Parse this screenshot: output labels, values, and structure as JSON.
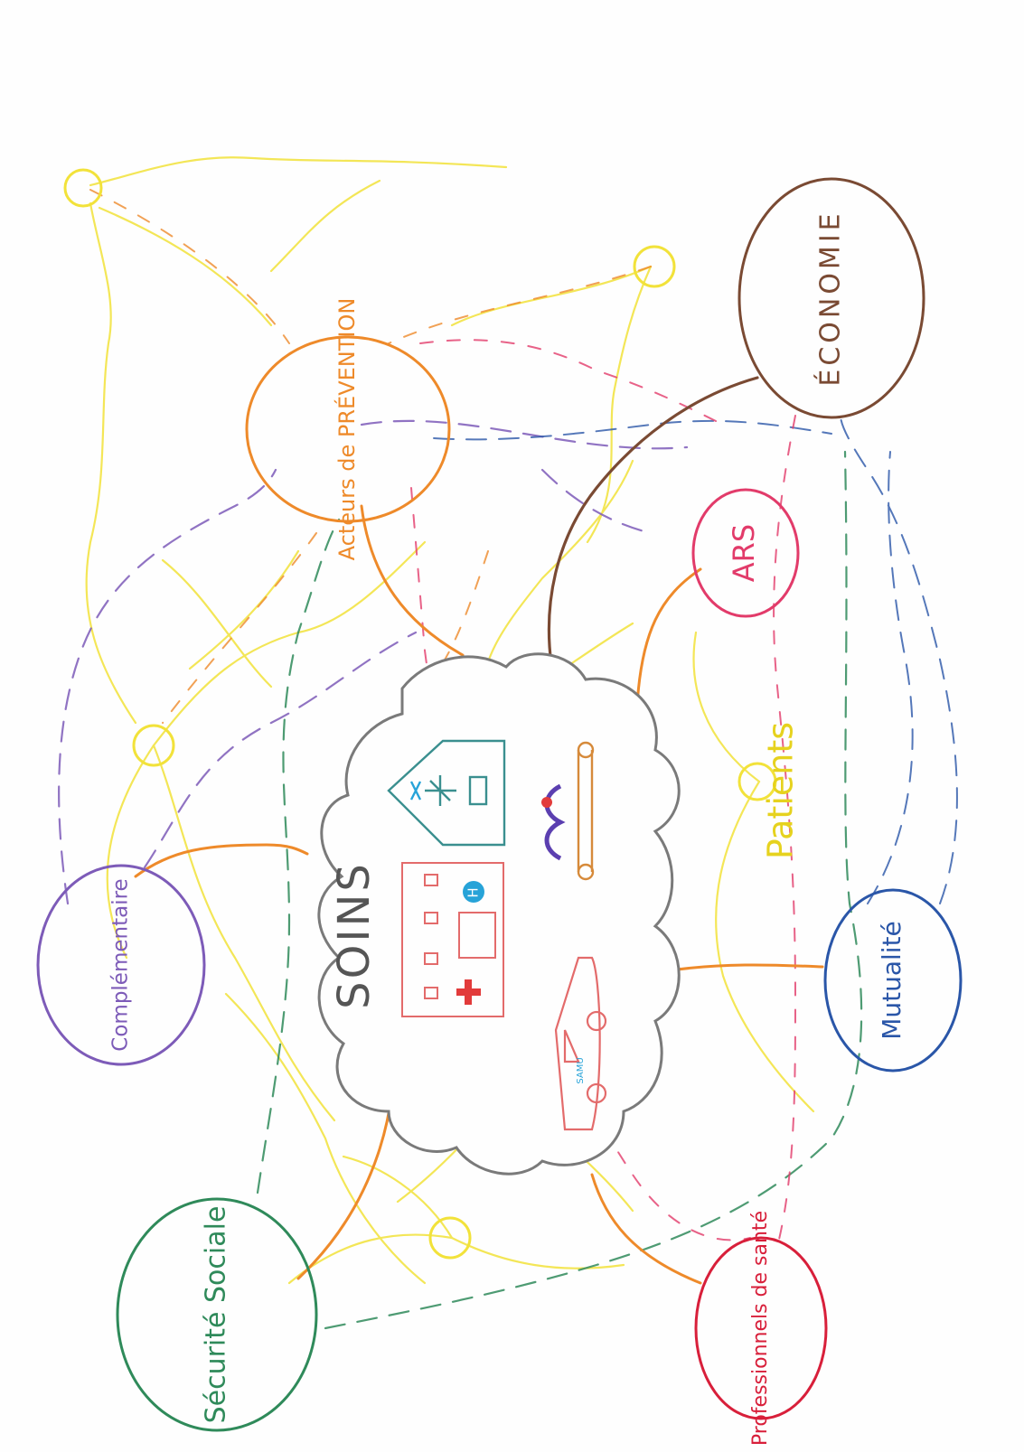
{
  "colors": {
    "paper": "#fefefe",
    "soins": "#7a7a7a",
    "orange": "#ee8a2a",
    "brown": "#7a4a33",
    "pink": "#e23b6a",
    "purple": "#7d5bb8",
    "green": "#2f8a5a",
    "red": "#d81f3a",
    "blue": "#2a56a8",
    "yellow": "#f2e23a",
    "teal": "#3a8f8f",
    "cyan": "#27a3d8"
  },
  "nodes": {
    "soins": "SOINS",
    "acteurs_prevention": "Acteurs de PRÉVENTION",
    "economie": "ÉCONOMIE",
    "ars": "ARS",
    "patients": "Patients",
    "mutualite": "Mutualité",
    "professionnels_sante": "Professionnels de santé",
    "securite_sociale": "Sécurité Sociale",
    "complementaire": "Complémentaire"
  },
  "soins_icons": {
    "hospital_badge": "H",
    "ambulance_badge": "SAMU"
  }
}
